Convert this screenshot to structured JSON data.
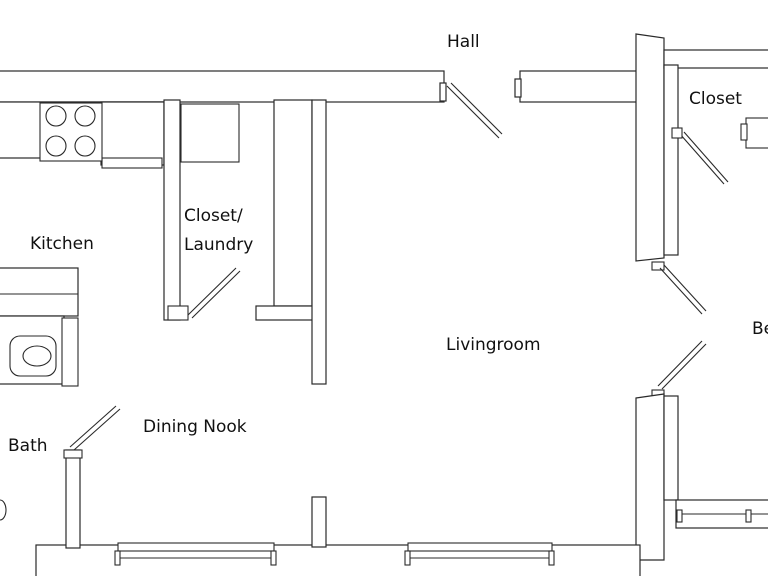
{
  "floor_plan": {
    "rooms": {
      "hall": "Hall",
      "closet": "Closet",
      "closet_laundry_line1": "Closet/",
      "closet_laundry_line2": "Laundry",
      "kitchen": "Kitchen",
      "livingroom": "Livingroom",
      "dining_nook": "Dining Nook",
      "bath": "Bath",
      "bedroom_partial": "Be"
    }
  }
}
